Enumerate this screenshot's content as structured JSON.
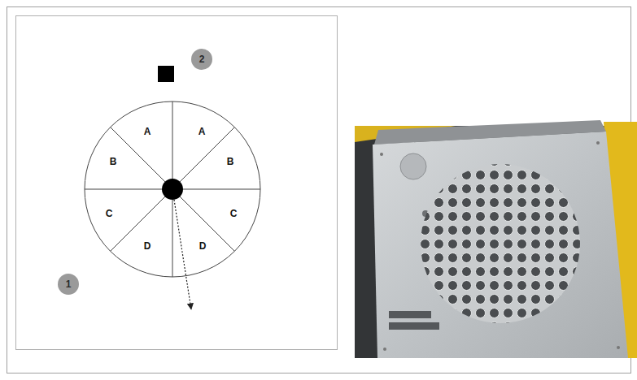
{
  "diagram": {
    "nodes": [
      {
        "text": [
          "2"
        ]
      },
      {
        "text": [
          "1"
        ]
      }
    ],
    "labels": [
      "A",
      "A",
      "B",
      "B",
      "C",
      "C",
      "D",
      "D"
    ]
  }
}
